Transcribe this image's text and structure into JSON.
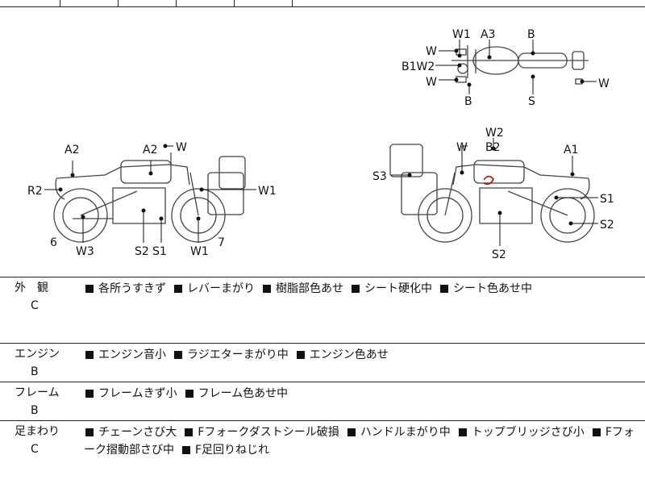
{
  "diagram_labels": {
    "top_w1": "W1",
    "top_a3": "A3",
    "top_b": "B",
    "top_w_a": "W",
    "top_b1w2": "B1W2",
    "top_w_b": "W",
    "top_b_bottom": "B",
    "top_s": "S",
    "top_w_right": "W",
    "left_a2_rear": "A2",
    "left_a2_tank": "A2",
    "left_w_top": "W",
    "left_r2": "R2",
    "left_w1": "W1",
    "left_6": "6",
    "left_w3": "W3",
    "left_s2": "S2",
    "left_s1": "S1",
    "left_w1_bottom": "W1",
    "left_7": "7",
    "right_w2": "W2",
    "right_w": "W",
    "right_b2": "B2",
    "right_a1": "A1",
    "right_s3": "S3",
    "right_s1": "S1",
    "right_s2": "S2",
    "right_s2_bottom": "S2"
  },
  "sections": [
    {
      "category": "外　観",
      "grade": "C",
      "items": [
        "各所うすきず",
        "レバーまがり",
        "樹脂部色あせ",
        "シート硬化中",
        "シート色あせ中"
      ]
    },
    {
      "category": "エンジン",
      "grade": "B",
      "items": [
        "エンジン音小",
        "ラジエターまがり中",
        "エンジン色あせ"
      ]
    },
    {
      "category": "フレーム",
      "grade": "B",
      "items": [
        "フレームきず小",
        "フレーム色あせ中"
      ]
    },
    {
      "category": "足まわり",
      "grade": "C",
      "items": [
        "チェーンさび大",
        "Fフォークダストシール破損",
        "ハンドルまがり中",
        "トップブリッジさび小",
        "Fフォーク摺動部さび中",
        "F足回りねじれ"
      ]
    }
  ],
  "colors": {
    "line": "#111111",
    "marker": "#cc0000",
    "bike": "#444444"
  }
}
